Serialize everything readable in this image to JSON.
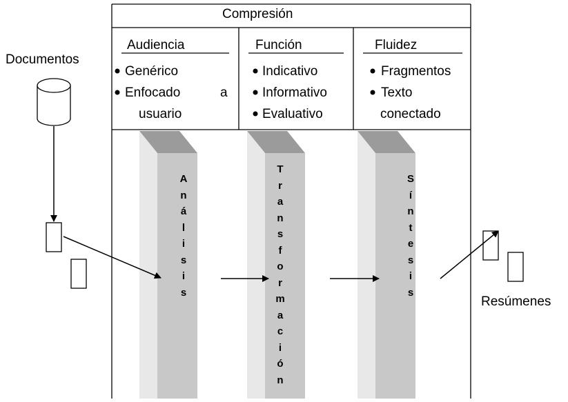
{
  "title": "Compresión",
  "columns": [
    {
      "header": "Audiencia",
      "items": [
        "Genérico",
        "Enfocado",
        "a",
        "usuario"
      ]
    },
    {
      "header": "Función",
      "items": [
        "Indicativo",
        "Informativo",
        "Evaluativo"
      ]
    },
    {
      "header": "Fluidez",
      "items": [
        "Fragmentos",
        "Texto",
        "conectado"
      ]
    }
  ],
  "inputs_label": "Documentos",
  "outputs_label": "Resúmenes",
  "stages": [
    "Análisis",
    "Transformación",
    "Síntesis"
  ],
  "colors": {
    "prism_front": "#c8c8c8",
    "prism_top": "#9b9b9b",
    "prism_side": "#e8e8e8"
  }
}
